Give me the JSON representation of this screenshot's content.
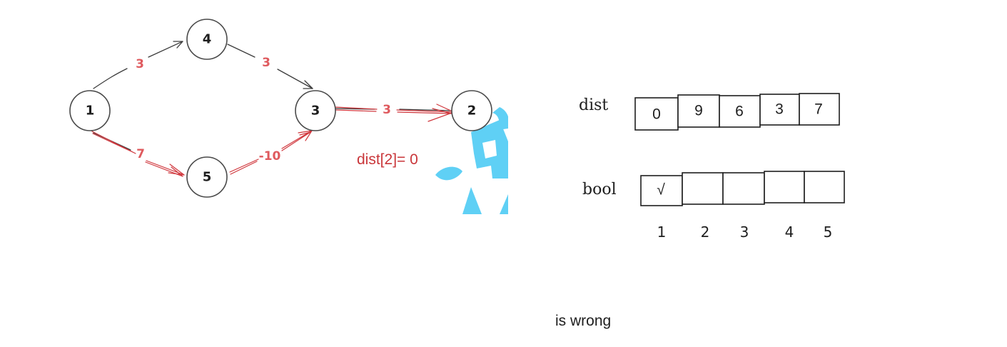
{
  "graph": {
    "nodes": [
      {
        "id": "1",
        "label": "1"
      },
      {
        "id": "4",
        "label": "4"
      },
      {
        "id": "3",
        "label": "3"
      },
      {
        "id": "2",
        "label": "2"
      },
      {
        "id": "5",
        "label": "5"
      }
    ],
    "edges": [
      {
        "from": "1",
        "to": "4",
        "weight": "3",
        "highlight": false
      },
      {
        "from": "4",
        "to": "3",
        "weight": "3",
        "highlight": false
      },
      {
        "from": "3",
        "to": "2",
        "weight": "3",
        "highlight": true
      },
      {
        "from": "1",
        "to": "5",
        "weight": "7",
        "highlight": true
      },
      {
        "from": "5",
        "to": "3",
        "weight": "-10",
        "highlight": true
      }
    ],
    "note": "dist[2]= 0"
  },
  "arrays": {
    "dist_label": "dist",
    "dist_values": [
      "0",
      "9",
      "6",
      "3",
      "7"
    ],
    "bool_label": "bool",
    "bool_values": [
      "√",
      "",
      "",
      "",
      ""
    ],
    "indices": [
      "1",
      "2",
      "3",
      "4",
      "5"
    ]
  },
  "caption": "is wrong",
  "colors": {
    "highlight": "#d0373d",
    "weight_text": "#df5a5e",
    "decoration": "#5fd0f5"
  }
}
